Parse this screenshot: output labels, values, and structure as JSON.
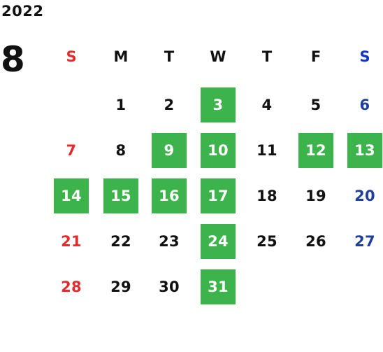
{
  "calendar": {
    "year": "2022",
    "month": "8",
    "weekdays": [
      {
        "label": "S",
        "color": "#e32b2b"
      },
      {
        "label": "M",
        "color": "#111111"
      },
      {
        "label": "T",
        "color": "#111111"
      },
      {
        "label": "W",
        "color": "#111111"
      },
      {
        "label": "T",
        "color": "#111111"
      },
      {
        "label": "F",
        "color": "#111111"
      },
      {
        "label": "S",
        "color": "#1133cc"
      }
    ],
    "first_weekday_index": 1,
    "days_in_month": 31,
    "highlighted_days": [
      3,
      9,
      10,
      12,
      13,
      14,
      15,
      16,
      17,
      24,
      31
    ],
    "colors": {
      "sunday": "#e32b2b",
      "saturday": "#1f3f9e",
      "weekday": "#111111",
      "highlight_bg": "#3cb44b",
      "highlight_text": "#ffffff"
    }
  }
}
